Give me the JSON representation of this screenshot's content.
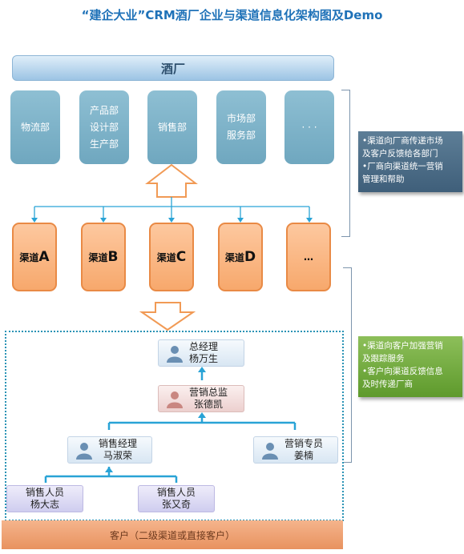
{
  "title": "“建企大业”CRM酒厂企业与渠道信息化架构图及Demo",
  "factory": "酒厂",
  "departments": [
    {
      "lines": [
        "物流部"
      ]
    },
    {
      "lines": [
        "产品部",
        "设计部",
        "生产部"
      ]
    },
    {
      "lines": [
        "销售部"
      ]
    },
    {
      "lines": [
        "市场部",
        "服务部"
      ]
    },
    {
      "lines": [
        "· · ·"
      ]
    }
  ],
  "channels": [
    {
      "prefix": "渠道",
      "letter": "A"
    },
    {
      "prefix": "渠道",
      "letter": "B"
    },
    {
      "prefix": "渠道",
      "letter": "C"
    },
    {
      "prefix": "渠道",
      "letter": "D"
    },
    {
      "prefix": "",
      "letter": "…"
    }
  ],
  "notes": {
    "upper": [
      "•渠道向厂商传递市场",
      "及客户反馈给各部门",
      "•厂商向渠道统一营销",
      "管理和帮助"
    ],
    "lower": [
      "•渠道向客户加强营销",
      "及跟踪服务",
      "•客户向渠道反馈信息",
      "及时传递厂商"
    ]
  },
  "org": {
    "gm": {
      "role": "总经理",
      "name": "杨万生"
    },
    "sales_director": {
      "role": "营销总监",
      "name": "张德凯"
    },
    "sales_manager": {
      "role": "销售经理",
      "name": "马淑荣"
    },
    "sales_specialist": {
      "role": "营销专员",
      "name": "姜楠"
    },
    "staff1": {
      "role": "销售人员",
      "name": "杨大志"
    },
    "staff2": {
      "role": "销售人员",
      "name": "张又奇"
    }
  },
  "customer": "客户（二级渠道或直接客户）",
  "colors": {
    "title": "#1f72b8",
    "dept": "#7fb3c9",
    "channel": "#f8b47f",
    "connector": "#29a3d6",
    "arrow_outline": "#f19a55"
  }
}
